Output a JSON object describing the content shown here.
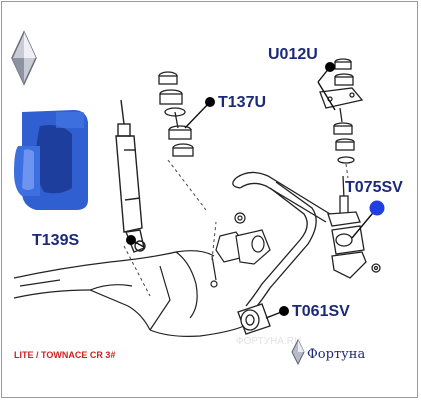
{
  "callouts": {
    "u012u": "U012U",
    "t137u": "T137U",
    "t075sv": "T075SV",
    "t139s": "T139S",
    "t061sv": "T061SV"
  },
  "footer": {
    "model_text": "LITE / TOWNACE CR 3#"
  },
  "brand": {
    "name": "Фортуна"
  },
  "watermark": {
    "text": "ФОРТУНА.RU"
  },
  "colors": {
    "label": "#1b2a78",
    "bushing_blue": "#2f5fd0",
    "marker_blue": "#1f3fe0",
    "footer_red": "#cc2222",
    "line": "#222222"
  },
  "icons": {
    "logo": "diamond-logo-icon"
  }
}
